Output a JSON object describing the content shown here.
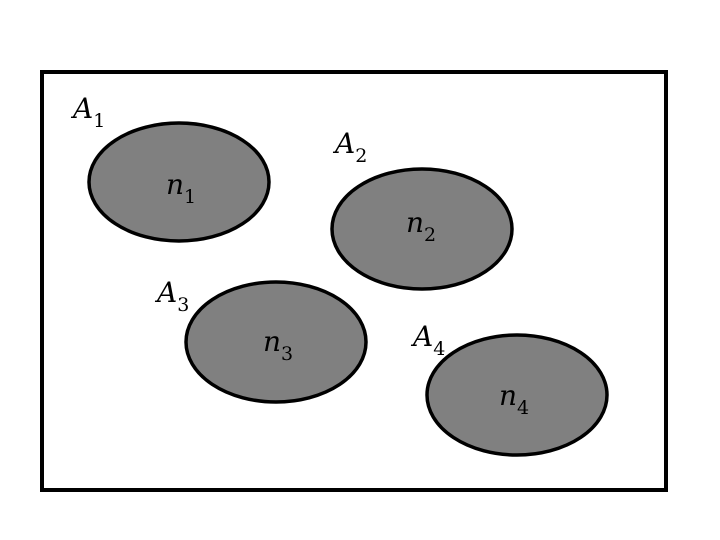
{
  "colors": {
    "frame_stroke": "#000000",
    "frame_fill": "#ffffff",
    "region_fill": "#808080",
    "region_stroke": "#000000"
  },
  "regions": [
    {
      "area_symbol": "A",
      "area_index": "1",
      "count_symbol": "n",
      "count_index": "1"
    },
    {
      "area_symbol": "A",
      "area_index": "2",
      "count_symbol": "n",
      "count_index": "2"
    },
    {
      "area_symbol": "A",
      "area_index": "3",
      "count_symbol": "n",
      "count_index": "3"
    },
    {
      "area_symbol": "A",
      "area_index": "4",
      "count_symbol": "n",
      "count_index": "4"
    }
  ]
}
